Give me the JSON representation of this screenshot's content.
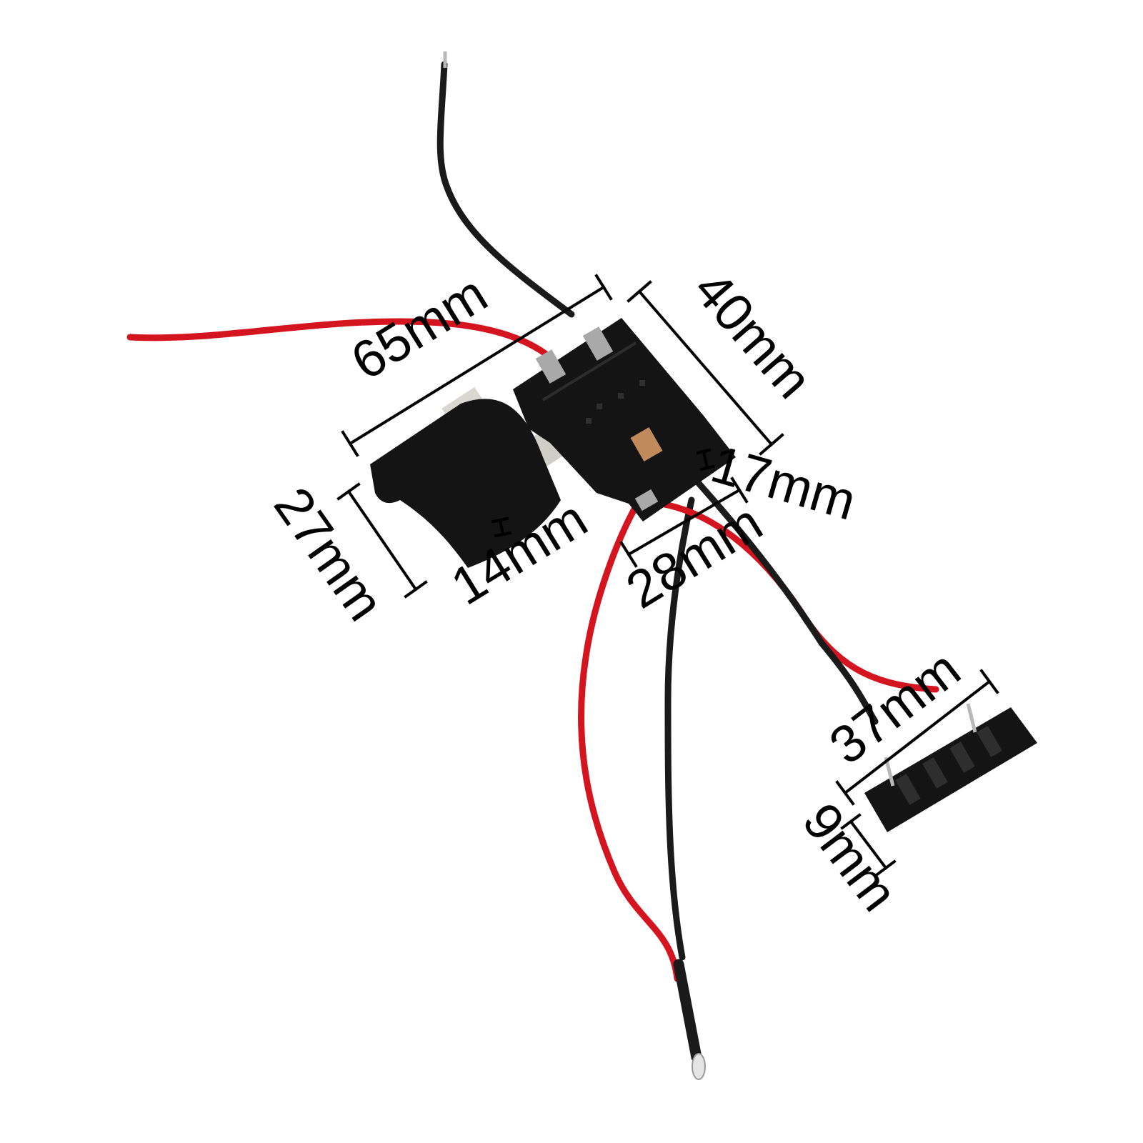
{
  "colors": {
    "background": "#ffffff",
    "switch_body": "#141414",
    "red_wire": "#d4141e",
    "black_wire": "#1a1a1a",
    "dimension_ink": "#000000"
  },
  "dimensions": {
    "length": "65mm",
    "height": "40mm",
    "trigger_height": "27mm",
    "trigger_width": "14mm",
    "body_depth": "28mm",
    "terminal_gap": "17mm",
    "connector_length": "37mm",
    "connector_height": "9mm"
  }
}
